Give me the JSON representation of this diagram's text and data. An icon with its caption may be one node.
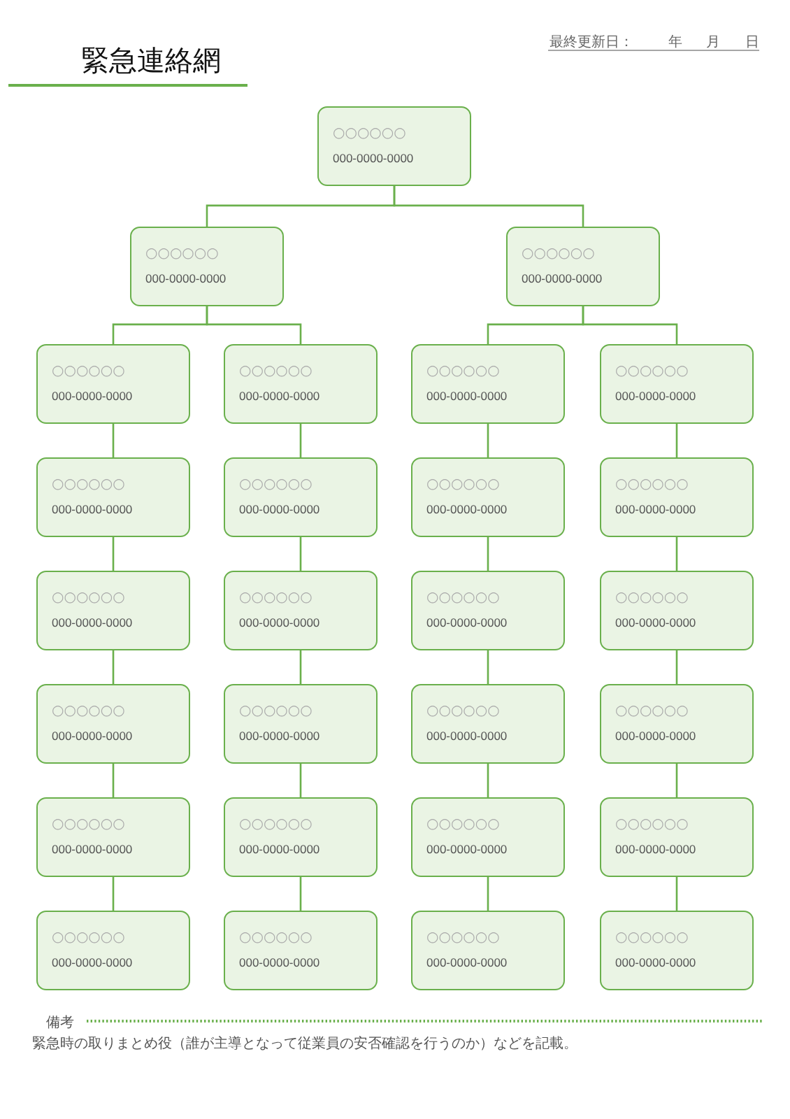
{
  "diagram": {
    "title": "緊急連絡網",
    "nodes": [
      {
        "text": [
          "○○○○○○",
          "000-0000-0000"
        ]
      },
      {
        "text": [
          "○○○○○○",
          "000-0000-0000"
        ]
      },
      {
        "text": [
          "○○○○○○",
          "000-0000-0000"
        ]
      },
      {
        "text": [
          "○○○○○○",
          "000-0000-0000"
        ]
      },
      {
        "text": [
          "○○○○○○",
          "000-0000-0000"
        ]
      },
      {
        "text": [
          "○○○○○○",
          "000-0000-0000"
        ]
      },
      {
        "text": [
          "○○○○○○",
          "000-0000-0000"
        ]
      },
      {
        "text": [
          "○○○○○○",
          "000-0000-0000"
        ]
      },
      {
        "text": [
          "○○○○○○",
          "000-0000-0000"
        ]
      },
      {
        "text": [
          "○○○○○○",
          "000-0000-0000"
        ]
      },
      {
        "text": [
          "○○○○○○",
          "000-0000-0000"
        ]
      },
      {
        "text": [
          "○○○○○○",
          "000-0000-0000"
        ]
      },
      {
        "text": [
          "○○○○○○",
          "000-0000-0000"
        ]
      },
      {
        "text": [
          "○○○○○○",
          "000-0000-0000"
        ]
      },
      {
        "text": [
          "○○○○○○",
          "000-0000-0000"
        ]
      },
      {
        "text": [
          "○○○○○○",
          "000-0000-0000"
        ]
      },
      {
        "text": [
          "○○○○○○",
          "000-0000-0000"
        ]
      },
      {
        "text": [
          "○○○○○○",
          "000-0000-0000"
        ]
      },
      {
        "text": [
          "○○○○○○",
          "000-0000-0000"
        ]
      },
      {
        "text": [
          "○○○○○○",
          "000-0000-0000"
        ]
      },
      {
        "text": [
          "○○○○○○",
          "000-0000-0000"
        ]
      },
      {
        "text": [
          "○○○○○○",
          "000-0000-0000"
        ]
      },
      {
        "text": [
          "○○○○○○",
          "000-0000-0000"
        ]
      },
      {
        "text": [
          "○○○○○○",
          "000-0000-0000"
        ]
      },
      {
        "text": [
          "○○○○○○",
          "000-0000-0000"
        ]
      },
      {
        "text": [
          "○○○○○○",
          "000-0000-0000"
        ]
      },
      {
        "text": [
          "○○○○○○",
          "000-0000-0000"
        ]
      }
    ],
    "edges": [
      {
        "from": 0,
        "to": 1,
        "arrow": "none"
      },
      {
        "from": 0,
        "to": 2,
        "arrow": "none"
      },
      {
        "from": 1,
        "to": 3,
        "arrow": "none"
      },
      {
        "from": 1,
        "to": 4,
        "arrow": "none"
      },
      {
        "from": 2,
        "to": 5,
        "arrow": "none"
      },
      {
        "from": 2,
        "to": 6,
        "arrow": "none"
      },
      {
        "from": 3,
        "to": 7,
        "arrow": "none"
      },
      {
        "from": 4,
        "to": 8,
        "arrow": "none"
      },
      {
        "from": 5,
        "to": 9,
        "arrow": "none"
      },
      {
        "from": 6,
        "to": 10,
        "arrow": "none"
      },
      {
        "from": 7,
        "to": 11,
        "arrow": "none"
      },
      {
        "from": 8,
        "to": 12,
        "arrow": "none"
      },
      {
        "from": 9,
        "to": 13,
        "arrow": "none"
      },
      {
        "from": 10,
        "to": 14,
        "arrow": "none"
      },
      {
        "from": 11,
        "to": 15,
        "arrow": "none"
      },
      {
        "from": 12,
        "to": 16,
        "arrow": "none"
      },
      {
        "from": 13,
        "to": 17,
        "arrow": "none"
      },
      {
        "from": 14,
        "to": 18,
        "arrow": "none"
      },
      {
        "from": 15,
        "to": 19,
        "arrow": "none"
      },
      {
        "from": 16,
        "to": 20,
        "arrow": "none"
      },
      {
        "from": 17,
        "to": 21,
        "arrow": "none"
      },
      {
        "from": 18,
        "to": 22,
        "arrow": "none"
      },
      {
        "from": 19,
        "to": 23,
        "arrow": "none"
      },
      {
        "from": 20,
        "to": 24,
        "arrow": "none"
      },
      {
        "from": 21,
        "to": 25,
        "arrow": "none"
      },
      {
        "from": 22,
        "to": 26,
        "arrow": "none"
      }
    ],
    "labels": [
      "最終更新日：",
      "年",
      "月",
      "日",
      "備考",
      "緊急時の取りまとめ役（誰が主導となって従業員の安否確認を行うのか）などを記載。"
    ]
  }
}
